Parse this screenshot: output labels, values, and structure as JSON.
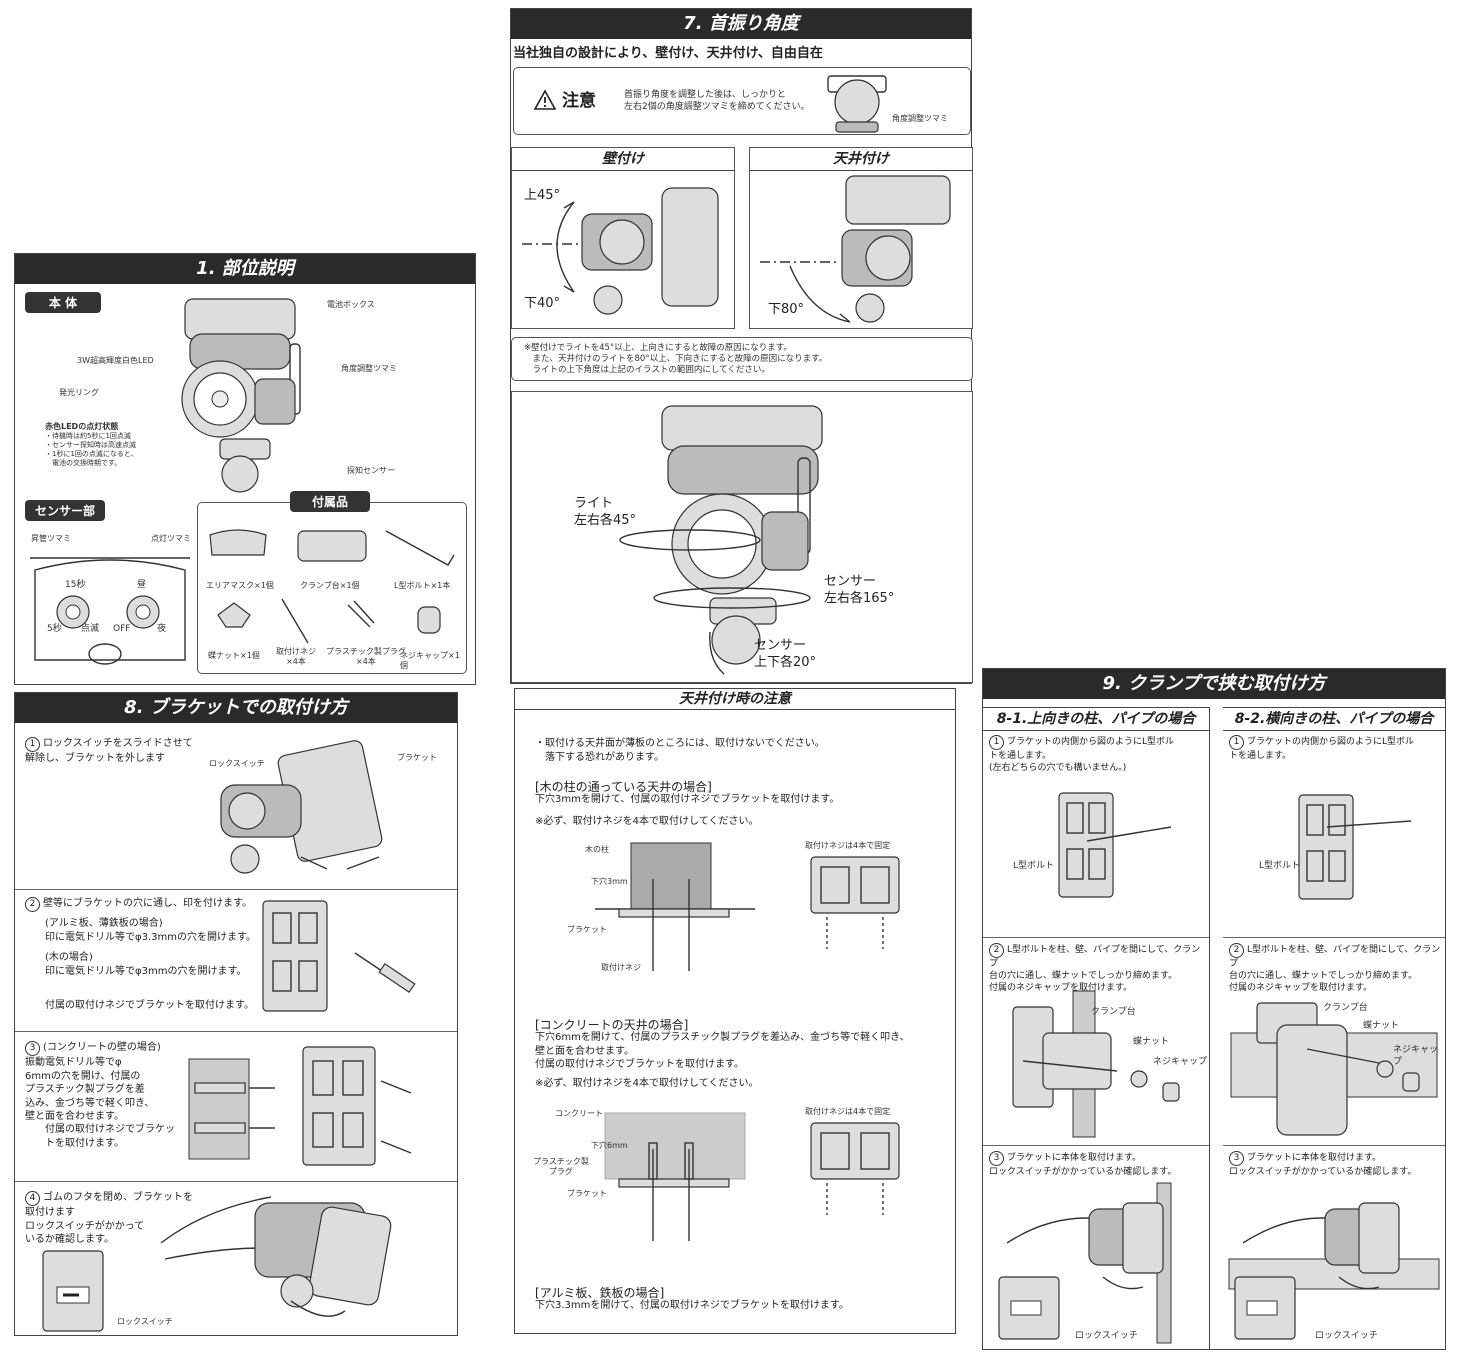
{
  "s1": {
    "title": "1. 部位説明",
    "body_label": "本 体",
    "callouts": {
      "battery_box": "電池ボックス",
      "led": "3W超高輝度白色LED",
      "angle_knob": "角度調整ツマミ",
      "ring": "発光リング",
      "red_led_title": "赤色LEDの点灯状態",
      "red_led_lines": "・待機時は約5秒に1回点滅\n・センサー探知時は高速点滅\n・1秒に1回の点滅になると、\n　電池の交換時期です。",
      "sensor": "探知センサー"
    },
    "sensor_label": "センサー部",
    "sensor_dial": {
      "left_knob": "昇管ツマミ",
      "right_knob": "点灯ツマミ",
      "mark_15": "15秒",
      "mark_day": "昼",
      "mark_5": "5秒",
      "mark_blink": "点滅",
      "mark_off": "OFF",
      "mark_night": "夜"
    },
    "accessories_label": "付属品",
    "accessories": [
      "エリアマスク×1個",
      "クランプ台×1個",
      "L型ボルト×1本",
      "蝶ナット×1個",
      "取付けネジ\n×4本",
      "プラスチック製プラグ\n×4本",
      "ネジキャップ×1個"
    ]
  },
  "s7": {
    "title": "7. 首振り角度",
    "intro": "当社独自の設計により、壁付け、天井付け、自由自在",
    "caution_label": "注意",
    "caution_text": "首振り角度を調整した後は、しっかりと\n左右2個の角度調整ツマミを締めてください。",
    "knob_label": "角度調整ツマミ",
    "wall_title": "壁付け",
    "wall_up": "上45°",
    "wall_down": "下40°",
    "ceiling_title": "天井付け",
    "ceiling_down": "下80°",
    "note": "※壁付けでライトを45°以上、上向きにすると故障の原因になります。\n　また、天井付けのライトを80°以上、下向きにすると故障の原因になります。\n　ライトの上下角度は上記のイラストの範囲内にしてください。",
    "light_rot": "ライト\n左右各45°",
    "sensor_rot": "センサー\n左右各165°",
    "sensor_tilt": "センサー\n上下各20°"
  },
  "s8": {
    "title": "8. ブラケットでの取付け方",
    "step1": "ロックスイッチをスライドさせて\n解除し、ブラケットを外します",
    "step1_lock": "ロックスイッチ",
    "step1_bracket": "ブラケット",
    "step2": "壁等にブラケットの穴に通し、印を付けます。",
    "step2_alu": "(アルミ板、薄鉄板の場合)\n印に電気ドリル等でφ3.3mmの穴を開けます。",
    "step2_wood": "(木の場合)\n印に電気ドリル等でφ3mmの穴を開けます。",
    "step2_end": "付属の取付けネジでブラケットを取付けます。",
    "step3": "(コンクリートの壁の場合)\n振動電気ドリル等でφ\n6mmの穴を開け、付属の\nプラスチック製プラグを差\n込み、金づち等で軽く叩き、\n壁と面を合わせます。",
    "step3_end": "付属の取付けネジでブラケッ\nトを取付けます。",
    "step4": "ゴムのフタを閉め、ブラケットを\n取付けます\nロックスイッチがかかって\nいるか確認します。",
    "step4_lock": "ロックスイッチ",
    "n1": "1",
    "n2": "2",
    "n3": "3",
    "n4": "4"
  },
  "ceil": {
    "title": "天井付け時の注意",
    "intro": "・取付ける天井面が薄板のところには、取付けないでください。\n　落下する恐れがあります。",
    "wood_h": "[木の柱の通っている天井の場合]",
    "wood_t": "下穴3mmを開けて、付属の取付けネジでブラケットを取付けます。",
    "wood_note": "※必ず、取付けネジを4本で取付けしてください。",
    "wood_pillar": "木の柱",
    "wood_hole": "下穴3mm",
    "wood_bracket": "ブラケット",
    "wood_screw": "取付けネジ",
    "fix4_a": "取付けネジは4本で固定",
    "conc_h": "[コンクリートの天井の場合]",
    "conc_t": "下穴6mmを開けて、付属のプラスチック製プラグを差込み、金づち等で軽く叩き、\n壁と面を合わせます。\n付属の取付けネジでブラケットを取付けます。",
    "conc_note": "※必ず、取付けネジを4本で取付けしてください。",
    "conc_label": "コンクリート",
    "conc_hole": "下穴6mm",
    "conc_plug": "プラスチック製\nプラグ",
    "conc_bracket": "ブラケット",
    "fix4_b": "取付けネジは4本で固定",
    "alu_h": "[アルミ板、鉄板の場合]",
    "alu_t": "下穴3.3mmを開けて、付属の取付けネジでブラケットを取付けます。"
  },
  "s9": {
    "title": "9. クランプで挟む取付け方",
    "a_title": "8-1.上向きの柱、パイプの場合",
    "b_title": "8-2.横向きの柱、パイプの場合",
    "a1": "ブラケットの内側から図のようにL型ボル\nトを通します。\n(左右どちらの穴でも構いません。)",
    "b1": "ブラケットの内側から図のようにL型ボル\nトを通します。",
    "lbolt": "L型ボルト",
    "a2": "L型ボルトを柱、壁、パイプを間にして、クランプ\n台の穴に通し、蝶ナットでしっかり締めます。\n付属のネジキャップを取付けます。",
    "b2": "L型ボルトを柱、壁、パイプを間にして、クランプ\n台の穴に通し、蝶ナットでしっかり締めます。\n付属のネジキャップを取付けます。",
    "clamp": "クランプ台",
    "wingnut": "蝶ナット",
    "cap": "ネジキャップ",
    "a3": "ブラケットに本体を取付けます。\nロックスイッチがかかっているか確認します。",
    "b3": "ブラケットに本体を取付けます。\nロックスイッチがかかっているか確認します。",
    "lock": "ロックスイッチ",
    "n1": "1",
    "n2": "2",
    "n3": "3"
  }
}
